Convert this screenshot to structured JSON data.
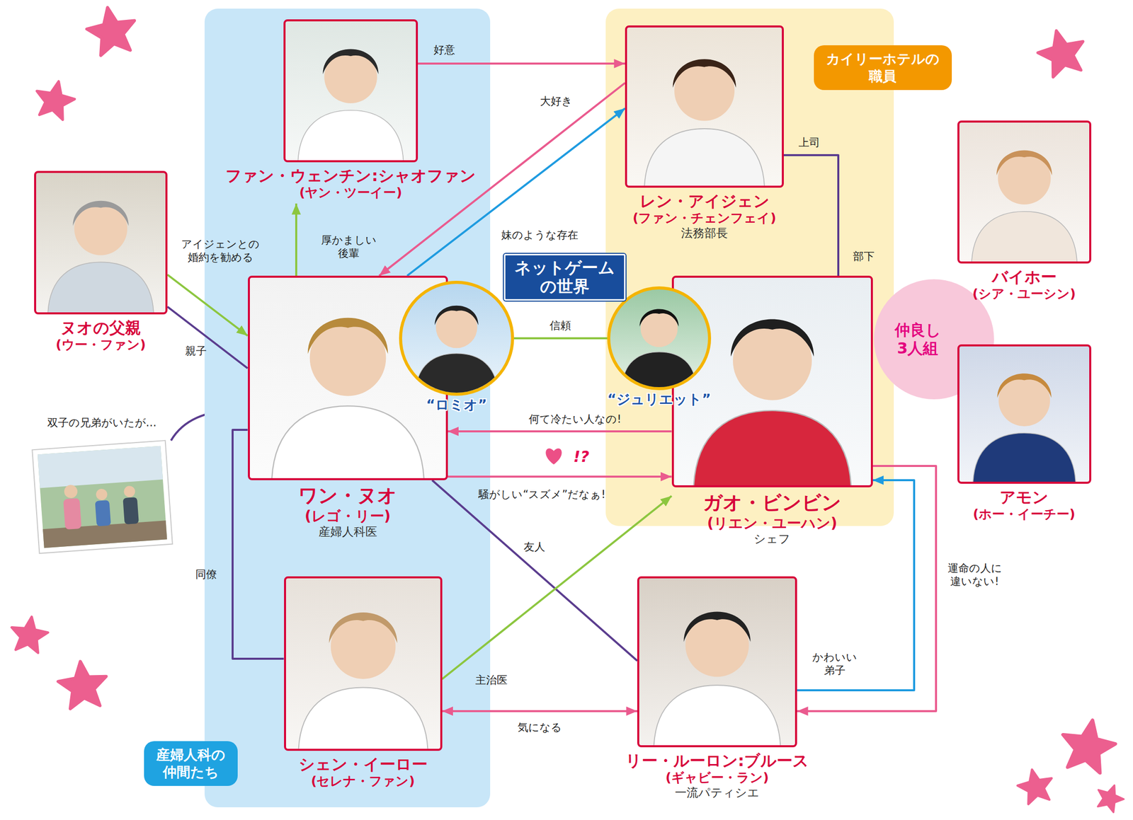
{
  "diagram": {
    "nodes": [
      {
        "text": [
          "産婦人科の 仲間たち"
        ]
      },
      {
        "text": [
          "カイリーホテルの 職員"
        ]
      },
      {
        "text": [
          "ファン・ウェンチン:シャオファン",
          "(ヤン・ツーイー)"
        ],
        "in": 0
      },
      {
        "text": [
          "レン・アイジェン",
          "(ファン・チェンフェイ)",
          "法務部長"
        ],
        "in": 1
      },
      {
        "text": [
          "ヌオの父親",
          "(ウー・ファン)"
        ]
      },
      {
        "text": [
          "バイホー",
          "(シア・ユーシン)"
        ]
      },
      {
        "text": [
          "ネットゲーム の世界"
        ]
      },
      {
        "text": [
          "ワン・ヌオ",
          "(レゴ・リー)",
          "産婦人科医"
        ],
        "in": 0
      },
      {
        "text": [
          "“ロミオ”"
        ]
      },
      {
        "text": [
          "“ジュリエット”"
        ],
        "in": 1
      },
      {
        "text": [
          "ガオ・ビンビン",
          "(リエン・ユーハン)",
          "シェフ"
        ],
        "in": 1
      },
      {
        "text": [
          "仲良し 3人組"
        ]
      },
      {
        "text": [
          "アモン",
          "(ホー・イーチー)"
        ]
      },
      {
        "text": [
          "シェン・イーロー",
          "(セレナ・ファン)"
        ],
        "in": 0
      },
      {
        "text": [
          "リー・ルーロン:ブルース",
          "(ギャビー・ラン)",
          "一流パティシエ"
        ]
      }
    ],
    "edges": [
      {
        "from": 2,
        "to": 3,
        "label": "好意",
        "arrow": "to"
      },
      {
        "from": 3,
        "to": 7,
        "label": "大好き",
        "arrow": "to"
      },
      {
        "from": 7,
        "to": 3,
        "label": "妹のような存在",
        "arrow": "to"
      },
      {
        "from": 7,
        "to": 2,
        "label": "厚かましい 後輩",
        "arrow": "to"
      },
      {
        "from": 4,
        "to": 7,
        "label": "アイジェンとの 婚約を勧める",
        "arrow": "to"
      },
      {
        "from": 4,
        "to": 7,
        "label": "親子",
        "arrow": "none"
      },
      {
        "from": 3,
        "to": 10,
        "label": "上司",
        "arrow": "none"
      },
      {
        "from": 8,
        "to": 9,
        "label": "信頼",
        "arrow": "none"
      },
      {
        "from": 10,
        "to": 7,
        "label": "何て冷たい人なの!",
        "arrow": "to"
      },
      {
        "from": 7,
        "to": 10,
        "label": "騒がしい“スズメ”だなぁ!",
        "arrow": "to"
      },
      {
        "from": 7,
        "to": 14,
        "label": "友人",
        "arrow": "none"
      },
      {
        "from": 7,
        "to": 13,
        "label": "同僚",
        "arrow": "none"
      },
      {
        "from": 13,
        "to": 10,
        "label": "主治医",
        "arrow": "to"
      },
      {
        "from": 13,
        "to": 14,
        "label": "気になる",
        "arrow": "both"
      },
      {
        "from": 14,
        "to": 10,
        "label": "かわいい 弟子",
        "arrow": "to"
      },
      {
        "from": 10,
        "to": 14,
        "label": "運命の人に 違いない!",
        "arrow": "to"
      }
    ],
    "labels": [
      "部下",
      "!?",
      "双子の兄弟がいたが…"
    ]
  }
}
